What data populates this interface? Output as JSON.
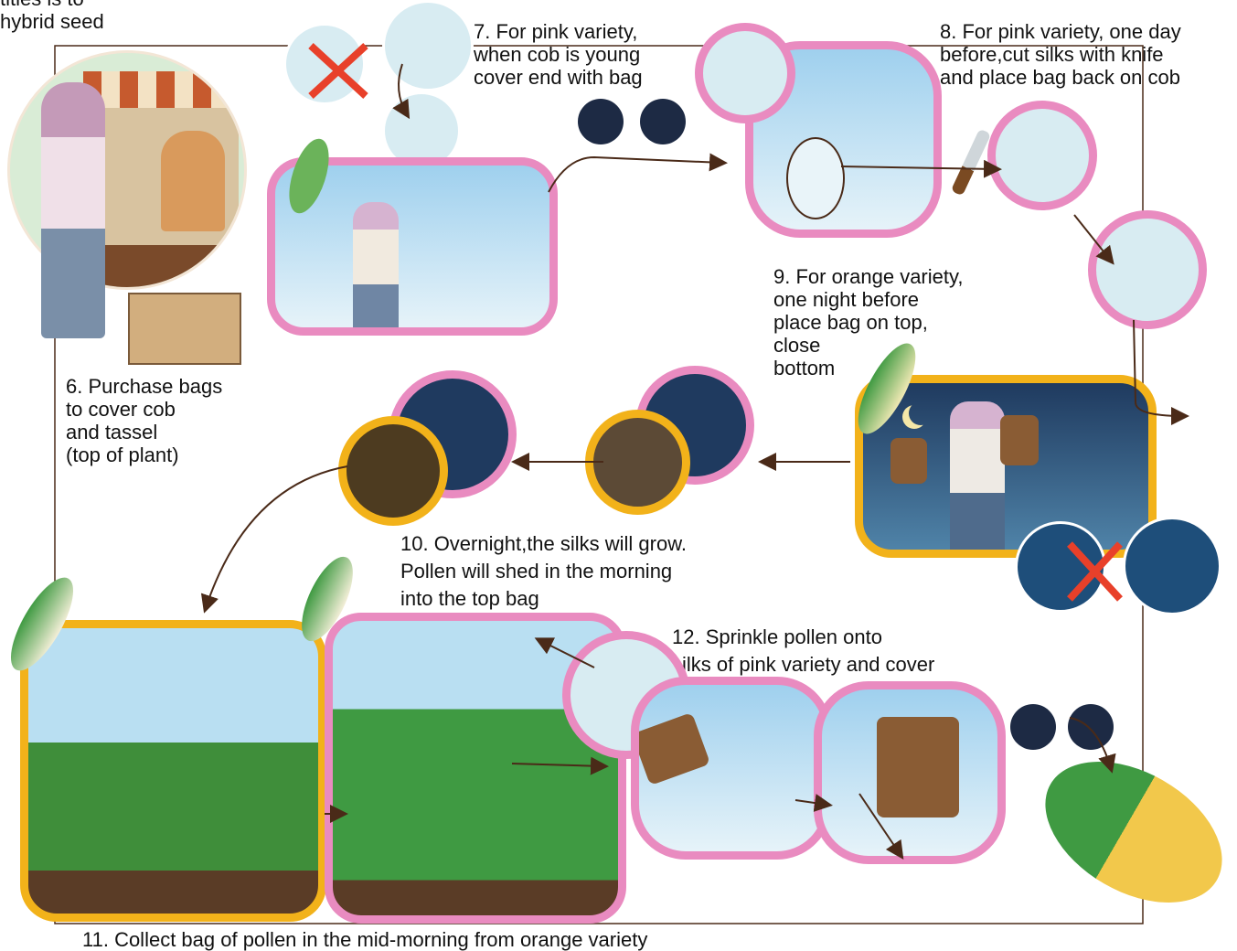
{
  "captions": {
    "step5_partial": "tities is to\nhybrid seed",
    "step6": "6. Purchase bags\nto cover cob\nand tassel\n(top of plant)",
    "step7": "7. For pink variety,\nwhen cob is young\ncover end with bag",
    "step8": "8. For pink variety, one day\nbefore,cut silks with knife\nand place bag back on cob",
    "step9": "9. For orange variety,\none night before\nplace bag on top,\nclose\nbottom",
    "step10": "10. Overnight,the silks will grow.\nPollen will shed in the morning\ninto the top bag",
    "step11": "11. Collect bag of pollen in the mid-morning from orange variety",
    "step12": "12. Sprinkle pollen onto\n     silks of pink variety and cover"
  },
  "colors": {
    "pink_variety_frame": "#e98bc0",
    "orange_variety_frame": "#f2b21a",
    "sky_day": "#bfe0f2",
    "sky_night": "#1f3a5f",
    "leaf": "#3fa34d",
    "arrow": "#4a2a18",
    "cross": "#e8402a"
  },
  "icons": [
    "shop-illustration",
    "farmer",
    "corn-cob-icon",
    "knife-icon",
    "moon-icon",
    "bag-icon",
    "cross-icon",
    "hand-icon",
    "arrow-icon"
  ]
}
